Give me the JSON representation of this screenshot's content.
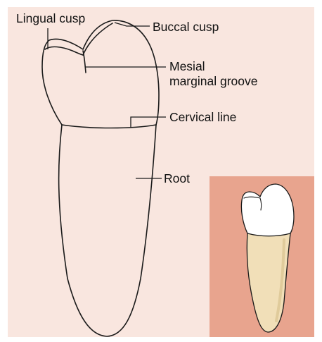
{
  "diagram": {
    "labels": {
      "lingual_cusp": "Lingual cusp",
      "buccal_cusp": "Buccal cusp",
      "mesial_line1": "Mesial",
      "mesial_line2": "marginal groove",
      "cervical_line": "Cervical line",
      "root": "Root"
    },
    "colors": {
      "background": "#f9e6df",
      "inset_background": "#e8a48e",
      "crown": "#ffffff",
      "root": "#f1dfb8",
      "outline": "#1a1a1a"
    }
  }
}
